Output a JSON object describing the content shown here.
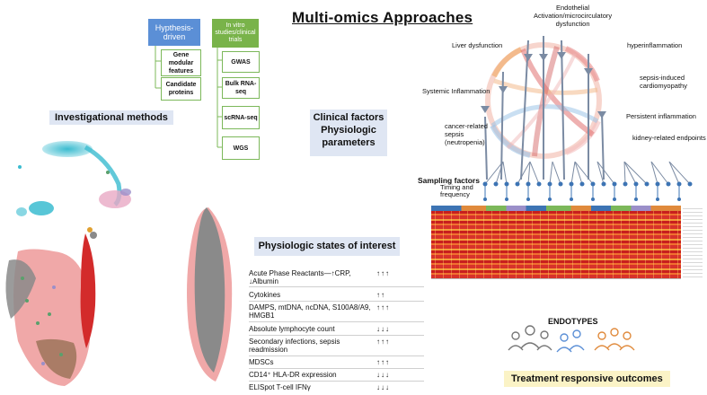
{
  "title": "Multi-omics Approaches",
  "methods": {
    "hypothesis_header": "Hypthesis-driven",
    "hypothesis_items": [
      "Gene modular features",
      "Candidate proteins"
    ],
    "invitro_header": "In vitro studies/clinical trials",
    "invitro_items": [
      "GWAS",
      "Bulk RNA-seq",
      "scRNA-seq",
      "WGS"
    ],
    "label": "Investigational methods"
  },
  "clinical_factors": [
    "Clinical factors",
    "Physiologic",
    "parameters"
  ],
  "physiologic_states": {
    "header": "Physiologic states of interest",
    "rows": [
      {
        "name": "Acute Phase Reactants—↑CRP, ↓Albumin",
        "arrows": "↑↑↑"
      },
      {
        "name": "Cytokines",
        "arrows": "↑↑"
      },
      {
        "name": "DAMPS, mtDNA, ncDNA, S100A8/A9, HMGB1",
        "arrows": "↑↑↑"
      },
      {
        "name": "Absolute lymphocyte count",
        "arrows": "↓↓↓"
      },
      {
        "name": "Secondary infections, sepsis readmission",
        "arrows": "↑↑↑"
      },
      {
        "name": "MDSCs",
        "arrows": "↑↑↑"
      },
      {
        "name": "CD14⁺ HLA-DR expression",
        "arrows": "↓↓↓"
      },
      {
        "name": "ELISpot T-cell IFNγ",
        "arrows": "↓↓↓"
      }
    ]
  },
  "endpoints": {
    "endothelial": [
      "Endothelial",
      "Activation/microcirculatory",
      "dysfunction"
    ],
    "liver": "Liver dysfunction",
    "hyperinflammation": "hyperinflammation",
    "cardiomyopathy": [
      "sepsis-induced",
      "cardiomyopathy"
    ],
    "systemic": "Systemic Inflammation",
    "persistent": "Persistent inflammation",
    "cancer": [
      "cancer-related",
      "sepsis",
      "(neutropenia)"
    ],
    "kidney": "kidney-related endpoints"
  },
  "sampling": {
    "title": "Sampling factors",
    "subtitle": [
      "Timing and",
      "frequency"
    ]
  },
  "endotypes_label": "ENDOTYPES",
  "treatment_label": "Treatment responsive outcomes",
  "colors": {
    "blue_box": "#5b8fd6",
    "green_box": "#79b34a",
    "band_blue": "#dfe6f3",
    "band_yellow": "#fbf3c6",
    "node_blue": "#3d74b4",
    "cluster_cyan": "#3bbcd0",
    "cluster_pink": "#f0a8a8",
    "cluster_grey": "#8a8a8a",
    "cluster_red": "#d32b2b"
  }
}
